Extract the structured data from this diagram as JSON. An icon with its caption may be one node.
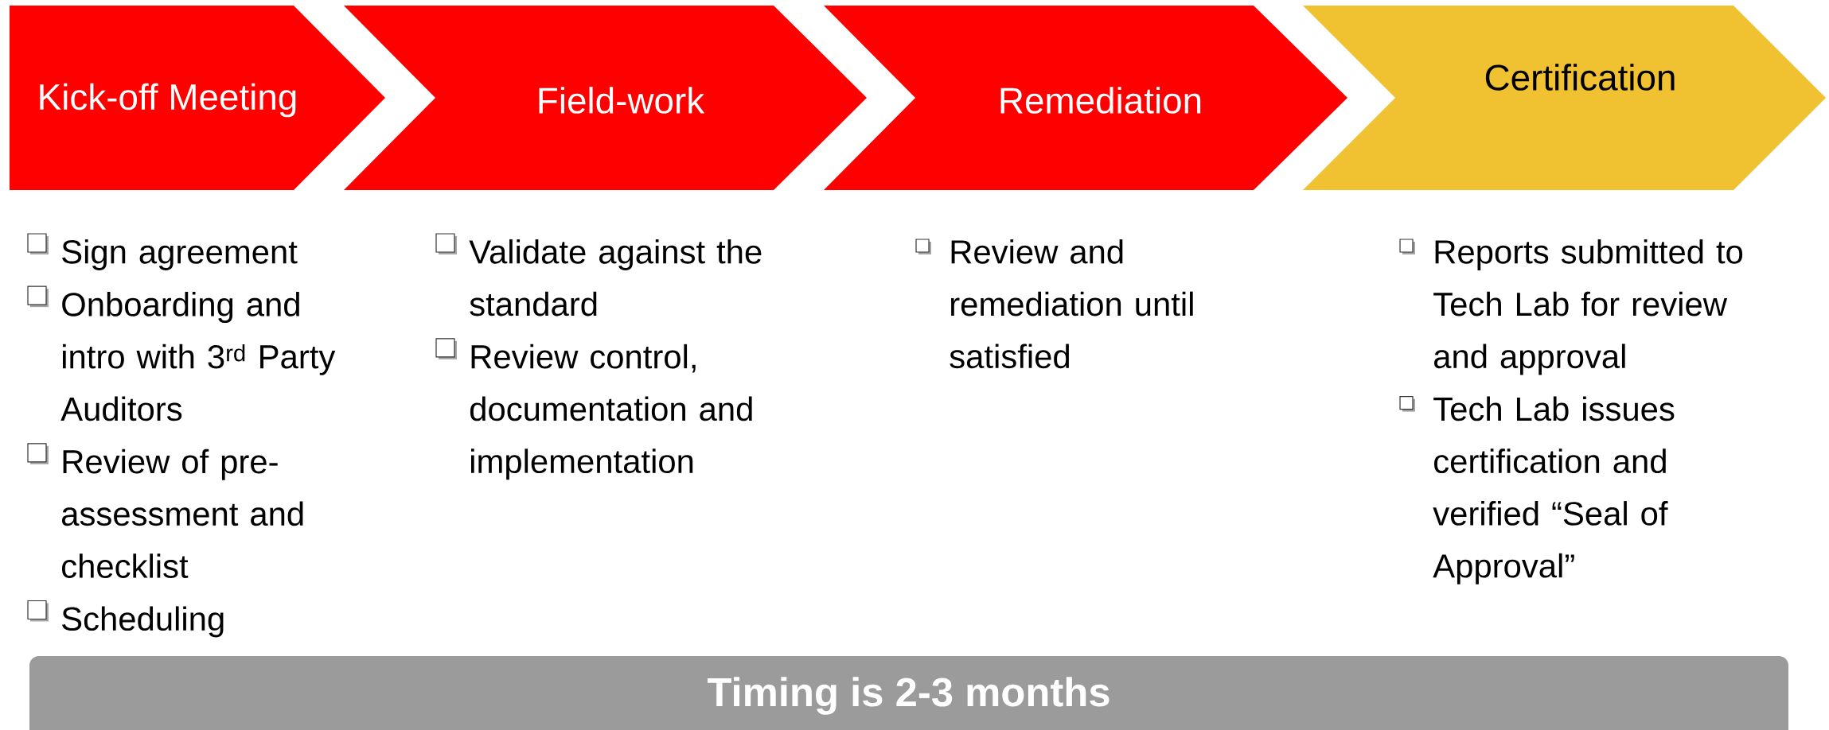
{
  "diagram": {
    "nodes": [
      {
        "text": [
          "Kick-off Meeting"
        ],
        "beside": [
          "Sign agreement",
          "Onboarding and intro with 3$^{rd}$ Party Auditors",
          "Review of pre-assessment and checklist",
          "Scheduling"
        ]
      },
      {
        "text": [
          "Field-work"
        ],
        "beside": [
          "Validate against the standard",
          "Review control, documentation and implementation"
        ]
      },
      {
        "text": [
          "Remediation"
        ],
        "beside": [
          "Review and remediation until satisfied"
        ]
      },
      {
        "text": [
          "Certification"
        ],
        "beside": [
          "Reports submitted to Tech Lab for review and approval",
          "Tech Lab issues certification and verified “Seal of Approval”"
        ]
      },
      {
        "text": [
          "Timing is 2-3 months"
        ]
      }
    ]
  }
}
